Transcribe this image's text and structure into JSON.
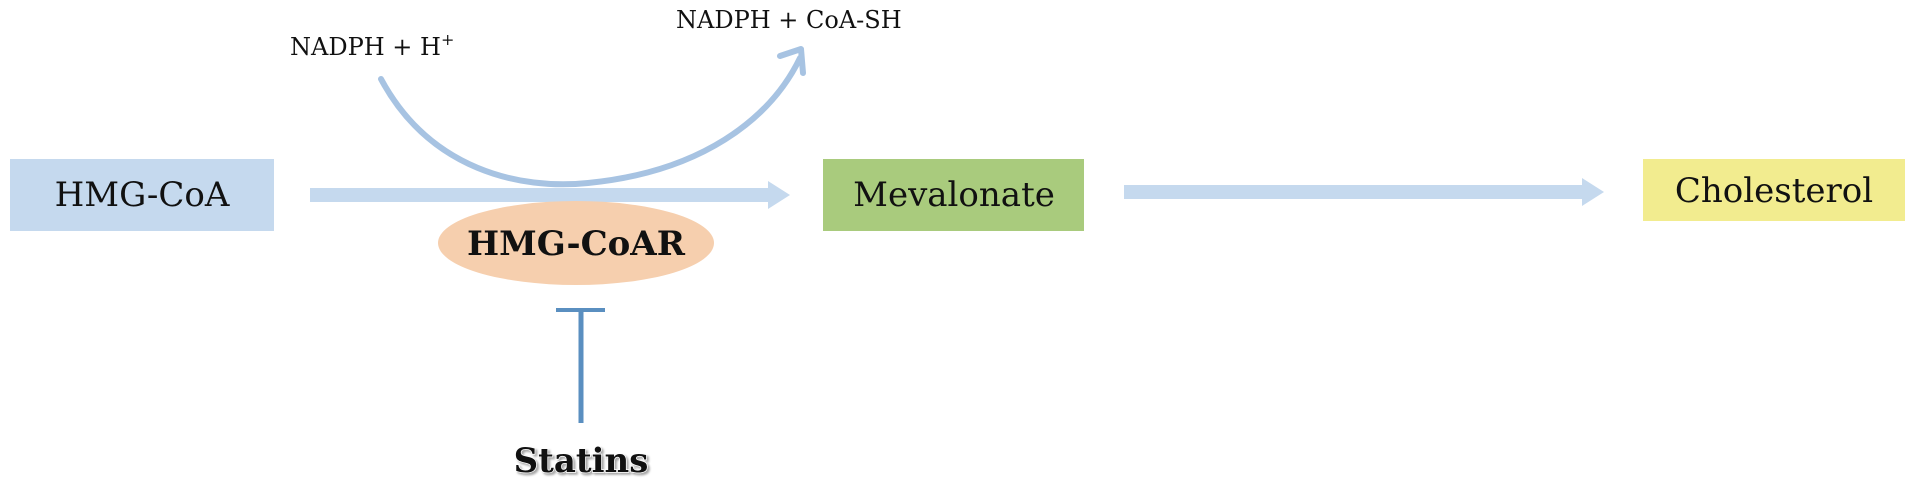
{
  "pathway": {
    "substrate": "HMG-CoA",
    "product": "Mevalonate",
    "end_product": "Cholesterol",
    "enzyme": "HMG-CoAR",
    "inhibitor": "Statins",
    "cofactor_in": "NADPH + H",
    "cofactor_in_superscript": "+",
    "cofactor_out": "NADPH + CoA-SH"
  },
  "colors": {
    "substrate_box": "#c5d9ee",
    "product_box": "#a9cb7d",
    "end_product_box": "#f2ec8f",
    "enzyme_ellipse": "#f6cfae",
    "arrow": "#c5d9ee",
    "cofactor_arrow": "#a7c3e2",
    "inhibition_bar": "#5a8fc0"
  }
}
